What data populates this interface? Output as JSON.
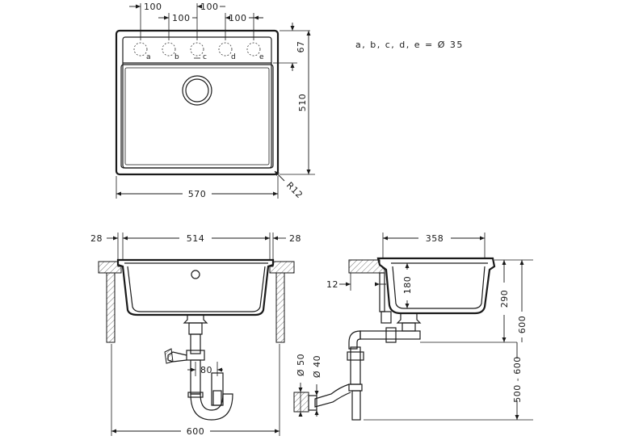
{
  "note": "a, b, c, d, e = Ø 35",
  "top_view": {
    "spacing_1": "100",
    "spacing_2": "100",
    "spacing_3": "100",
    "spacing_4": "100",
    "deck_depth": "67",
    "depth": "510",
    "width": "570",
    "radius": "R12",
    "holes": [
      "a",
      "b",
      "c",
      "d",
      "e"
    ]
  },
  "front_view": {
    "left_rim": "28",
    "inner_width": "514",
    "right_rim": "28",
    "trap_offset": "80",
    "cabinet_width": "600"
  },
  "side_view": {
    "bowl_width": "358",
    "rim_offset": "12",
    "bowl_depth": "180",
    "outlet_height": "290",
    "cabinet_depth": "600",
    "cabinet_range": "500 - 600",
    "pipe_outer": "Ø 50",
    "pipe_inner": "Ø 40"
  }
}
